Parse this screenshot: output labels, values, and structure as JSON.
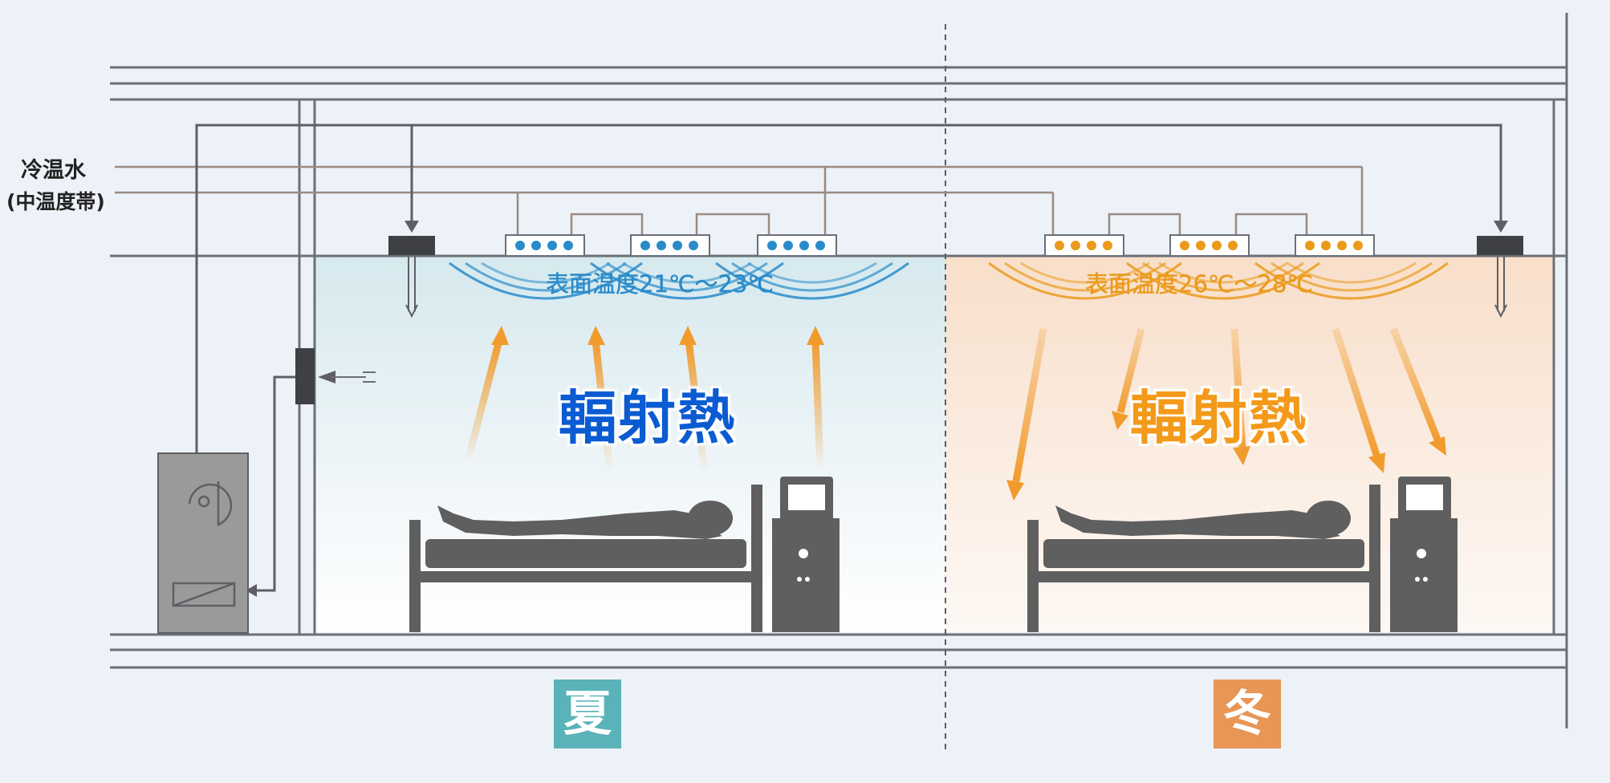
{
  "labels": {
    "water_line1": "冷温水",
    "water_line2": "(中温度帯)",
    "summer_surface_temp": "表面温度21℃～23℃",
    "winter_surface_temp": "表面温度26℃～28℃",
    "summer_radiant": "輻射熱",
    "winter_radiant": "輻射熱",
    "summer": "夏",
    "winter": "冬"
  },
  "colors": {
    "summer_accent": "#2a8bc9",
    "summer_radiant_text": "#0b5bd2",
    "winter_accent": "#eb9a1c",
    "arrow_orange": "#f19b2c",
    "summer_badge": "#5ab3b8",
    "winter_badge": "#e79656",
    "equipment_gray": "#5f5f5f"
  },
  "icons": [
    "ceiling-radiant-panel-icon",
    "air-diffuser-icon",
    "air-handling-unit-icon",
    "bed-icon",
    "patient-icon",
    "medical-monitor-icon"
  ]
}
